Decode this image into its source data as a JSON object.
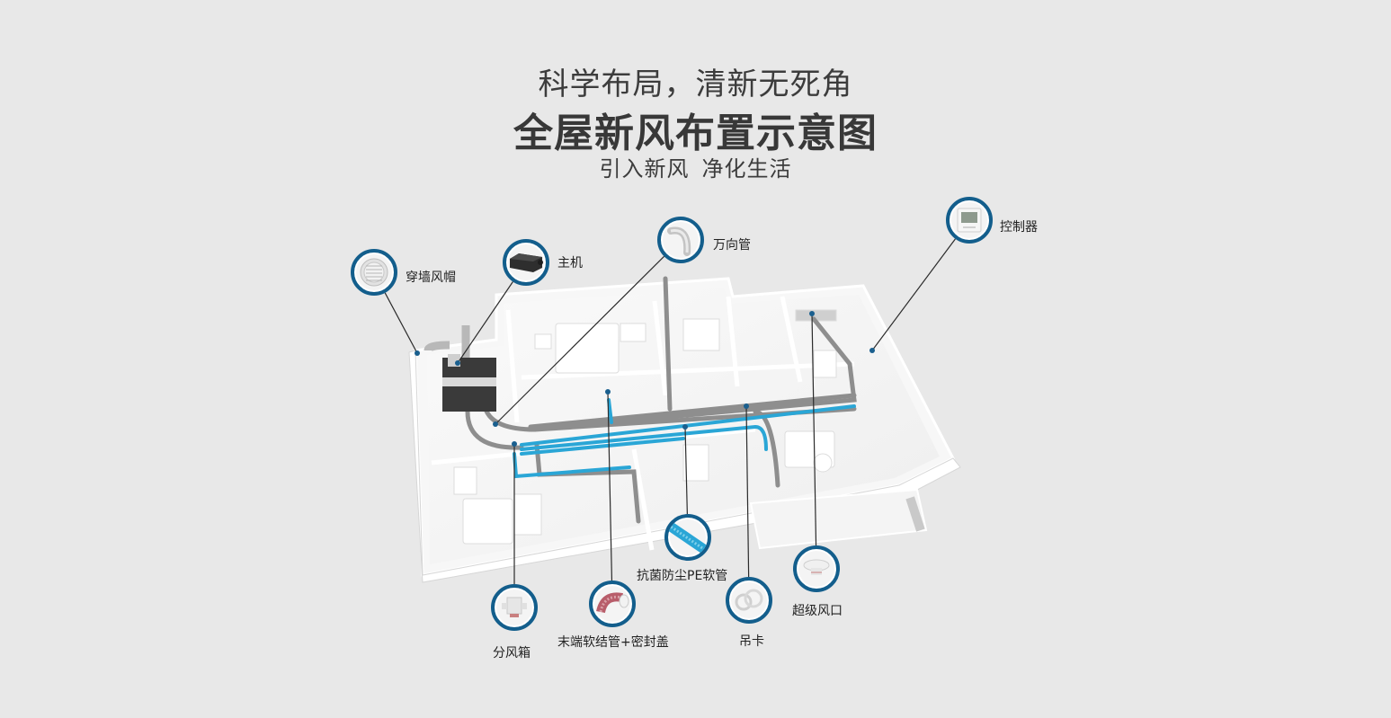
{
  "header": {
    "line1": "科学布局，清新无死角",
    "title": "全屋新风布置示意图",
    "subtitle_a": "引入新风",
    "subtitle_b": "净化生活"
  },
  "colors": {
    "background": "#e8e8e8",
    "callout_ring": "#135e8c",
    "leader_dot": "#1a5f8e",
    "duct_blue": "#2aa6d6",
    "duct_grey": "#8e8e8e",
    "text": "#222222"
  },
  "components": [
    {
      "id": "wall-cap",
      "label": "穿墙风帽",
      "icon": "wall-vent-cap-icon"
    },
    {
      "id": "main-unit",
      "label": "主机",
      "icon": "ventilation-unit-icon"
    },
    {
      "id": "universal-pipe",
      "label": "万向管",
      "icon": "elbow-pipe-icon"
    },
    {
      "id": "controller",
      "label": "控制器",
      "icon": "controller-panel-icon"
    },
    {
      "id": "distribution-box",
      "label": "分风箱",
      "icon": "distribution-box-icon"
    },
    {
      "id": "end-flex-duct",
      "label": "末端软结管+密封盖",
      "icon": "flex-duct-icon"
    },
    {
      "id": "pe-hose",
      "label": "抗菌防尘PE软管",
      "icon": "pe-hose-icon"
    },
    {
      "id": "hanger-clip",
      "label": "吊卡",
      "icon": "hanger-clip-icon"
    },
    {
      "id": "air-outlet",
      "label": "超级风口",
      "icon": "air-outlet-icon"
    }
  ]
}
